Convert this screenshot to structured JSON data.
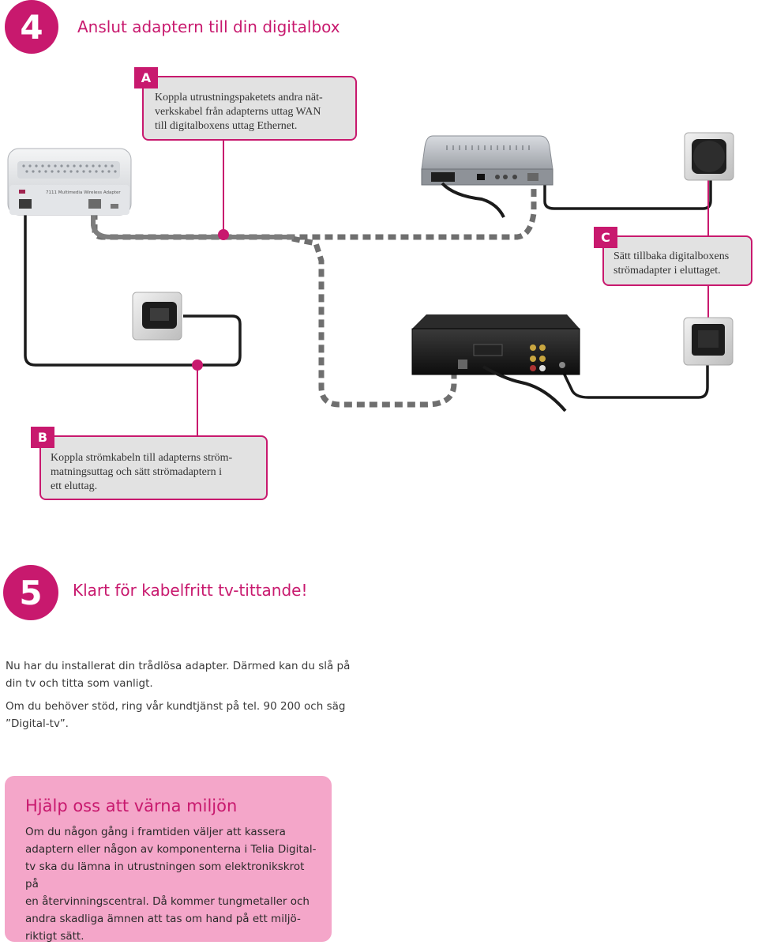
{
  "step4": {
    "number": "4",
    "title": "Anslut adaptern till din digitalbox"
  },
  "callouts": {
    "a": {
      "letter": "A",
      "text": "Koppla utrustningspaketets andra nät-\nverkskabel från adapterns uttag WAN\ntill digitalboxens uttag Ethernet."
    },
    "b": {
      "letter": "B",
      "text": "Koppla strömkabeln till adapterns ström-\nmatningsuttag och sätt strömadaptern i\nett eluttag."
    },
    "c": {
      "letter": "C",
      "text": "Sätt tillbaka digitalboxens\nströmadapter i eluttaget."
    }
  },
  "device": {
    "adapter_label": "7111 Multimedia Wireless Adapter"
  },
  "step5": {
    "number": "5",
    "title": "Klart för kabelfritt tv-tittande!",
    "para1": "Nu har du installerat din trådlösa adapter. Därmed kan du slå på\ndin tv och titta som vanligt.",
    "para2": "Om du behöver stöd, ring vår kundtjänst på tel. 90 200 och säg\n”Digital-tv”."
  },
  "environment": {
    "heading": "Hjälp oss att värna miljön",
    "body": "Om du någon gång i framtiden väljer att kassera\nadaptern eller någon av komponenterna i Telia Digital-\ntv ska du lämna in utrustningen som elektronikskrot på\nen återvinningscentral. Då kommer tungmetaller och\nandra skadliga ämnen att tas om hand på ett miljö-\nriktigt sätt."
  },
  "colors": {
    "accent": "#c8196e",
    "callout_bg": "#e2e2e2",
    "enviro_bg": "#f4a6c9"
  }
}
